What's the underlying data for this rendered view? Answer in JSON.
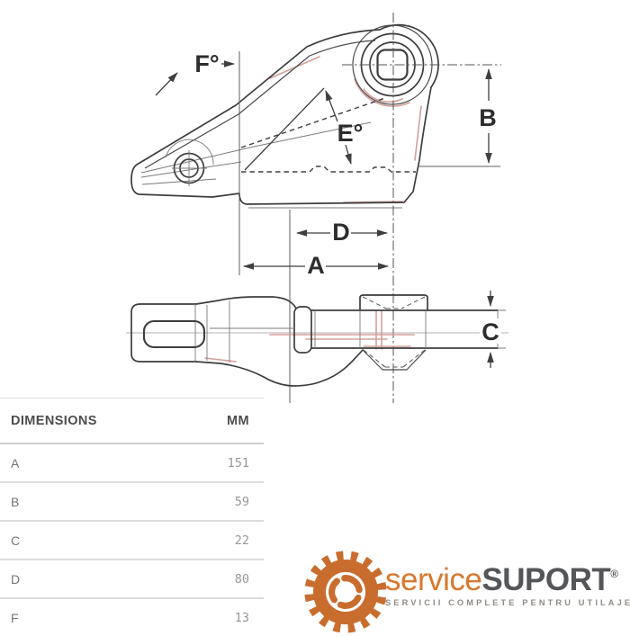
{
  "drawing": {
    "dim_labels": {
      "A": "A",
      "B": "B",
      "C": "C",
      "D": "D",
      "E": "E°",
      "F": "F°"
    }
  },
  "table": {
    "headers": {
      "dimension": "DIMENSIONS",
      "unit": "MM"
    },
    "rows": [
      {
        "label": "A",
        "value": "151"
      },
      {
        "label": "B",
        "value": "59"
      },
      {
        "label": "C",
        "value": "22"
      },
      {
        "label": "D",
        "value": "80"
      },
      {
        "label": "F",
        "value": "13"
      }
    ]
  },
  "logo": {
    "brand_light": "service",
    "brand_bold": "SUPORT",
    "registered": "®",
    "tagline": "SERVICII COMPLETE PENTRU UTILAJE"
  },
  "colors": {
    "accent_orange": "#d8782e",
    "brand_gray": "#55565a",
    "line": "#3d3d3d",
    "red_overlay": "#d3a09a"
  }
}
